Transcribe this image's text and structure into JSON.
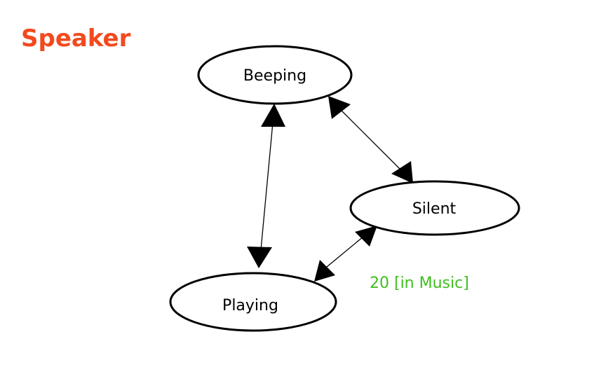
{
  "title": "Speaker",
  "colors": {
    "title": "#f24a1e",
    "annotation": "#3fbf1f",
    "stroke": "#000000",
    "fill": "#ffffff"
  },
  "states": {
    "beeping": "Beeping",
    "silent": "Silent",
    "playing": "Playing"
  },
  "transitions": [
    {
      "from": "Beeping",
      "to": "Silent",
      "bidirectional": true,
      "label": ""
    },
    {
      "from": "Beeping",
      "to": "Playing",
      "bidirectional": true,
      "label": ""
    },
    {
      "from": "Silent",
      "to": "Playing",
      "bidirectional": true,
      "label": "20 [in Music]"
    }
  ],
  "annotation": "20 [in Music]"
}
